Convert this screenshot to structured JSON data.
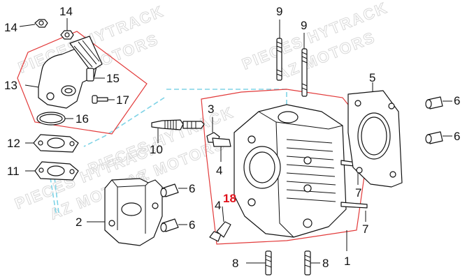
{
  "watermark": {
    "lines": [
      "PIECES HYTRACK",
      "AZ MOTORS"
    ]
  },
  "callouts": {
    "c1": "1",
    "c2": "2",
    "c3": "3",
    "c4a": "4",
    "c4b": "4",
    "c5": "5",
    "c6a": "6",
    "c6b": "6",
    "c6c": "6",
    "c6d": "6",
    "c7a": "7",
    "c7b": "7",
    "c8a": "8",
    "c8b": "8",
    "c9a": "9",
    "c9b": "9",
    "c10": "10",
    "c11": "11",
    "c12": "12",
    "c13": "13",
    "c14a": "14",
    "c14b": "14",
    "c15": "15",
    "c16": "16",
    "c17": "17",
    "c18": "18"
  },
  "colors": {
    "group_outline": "#e23a3a",
    "highlight_callout": "#e0101a",
    "connector_dashed": "#7fd3e6",
    "watermark": "#d9d9d9"
  }
}
